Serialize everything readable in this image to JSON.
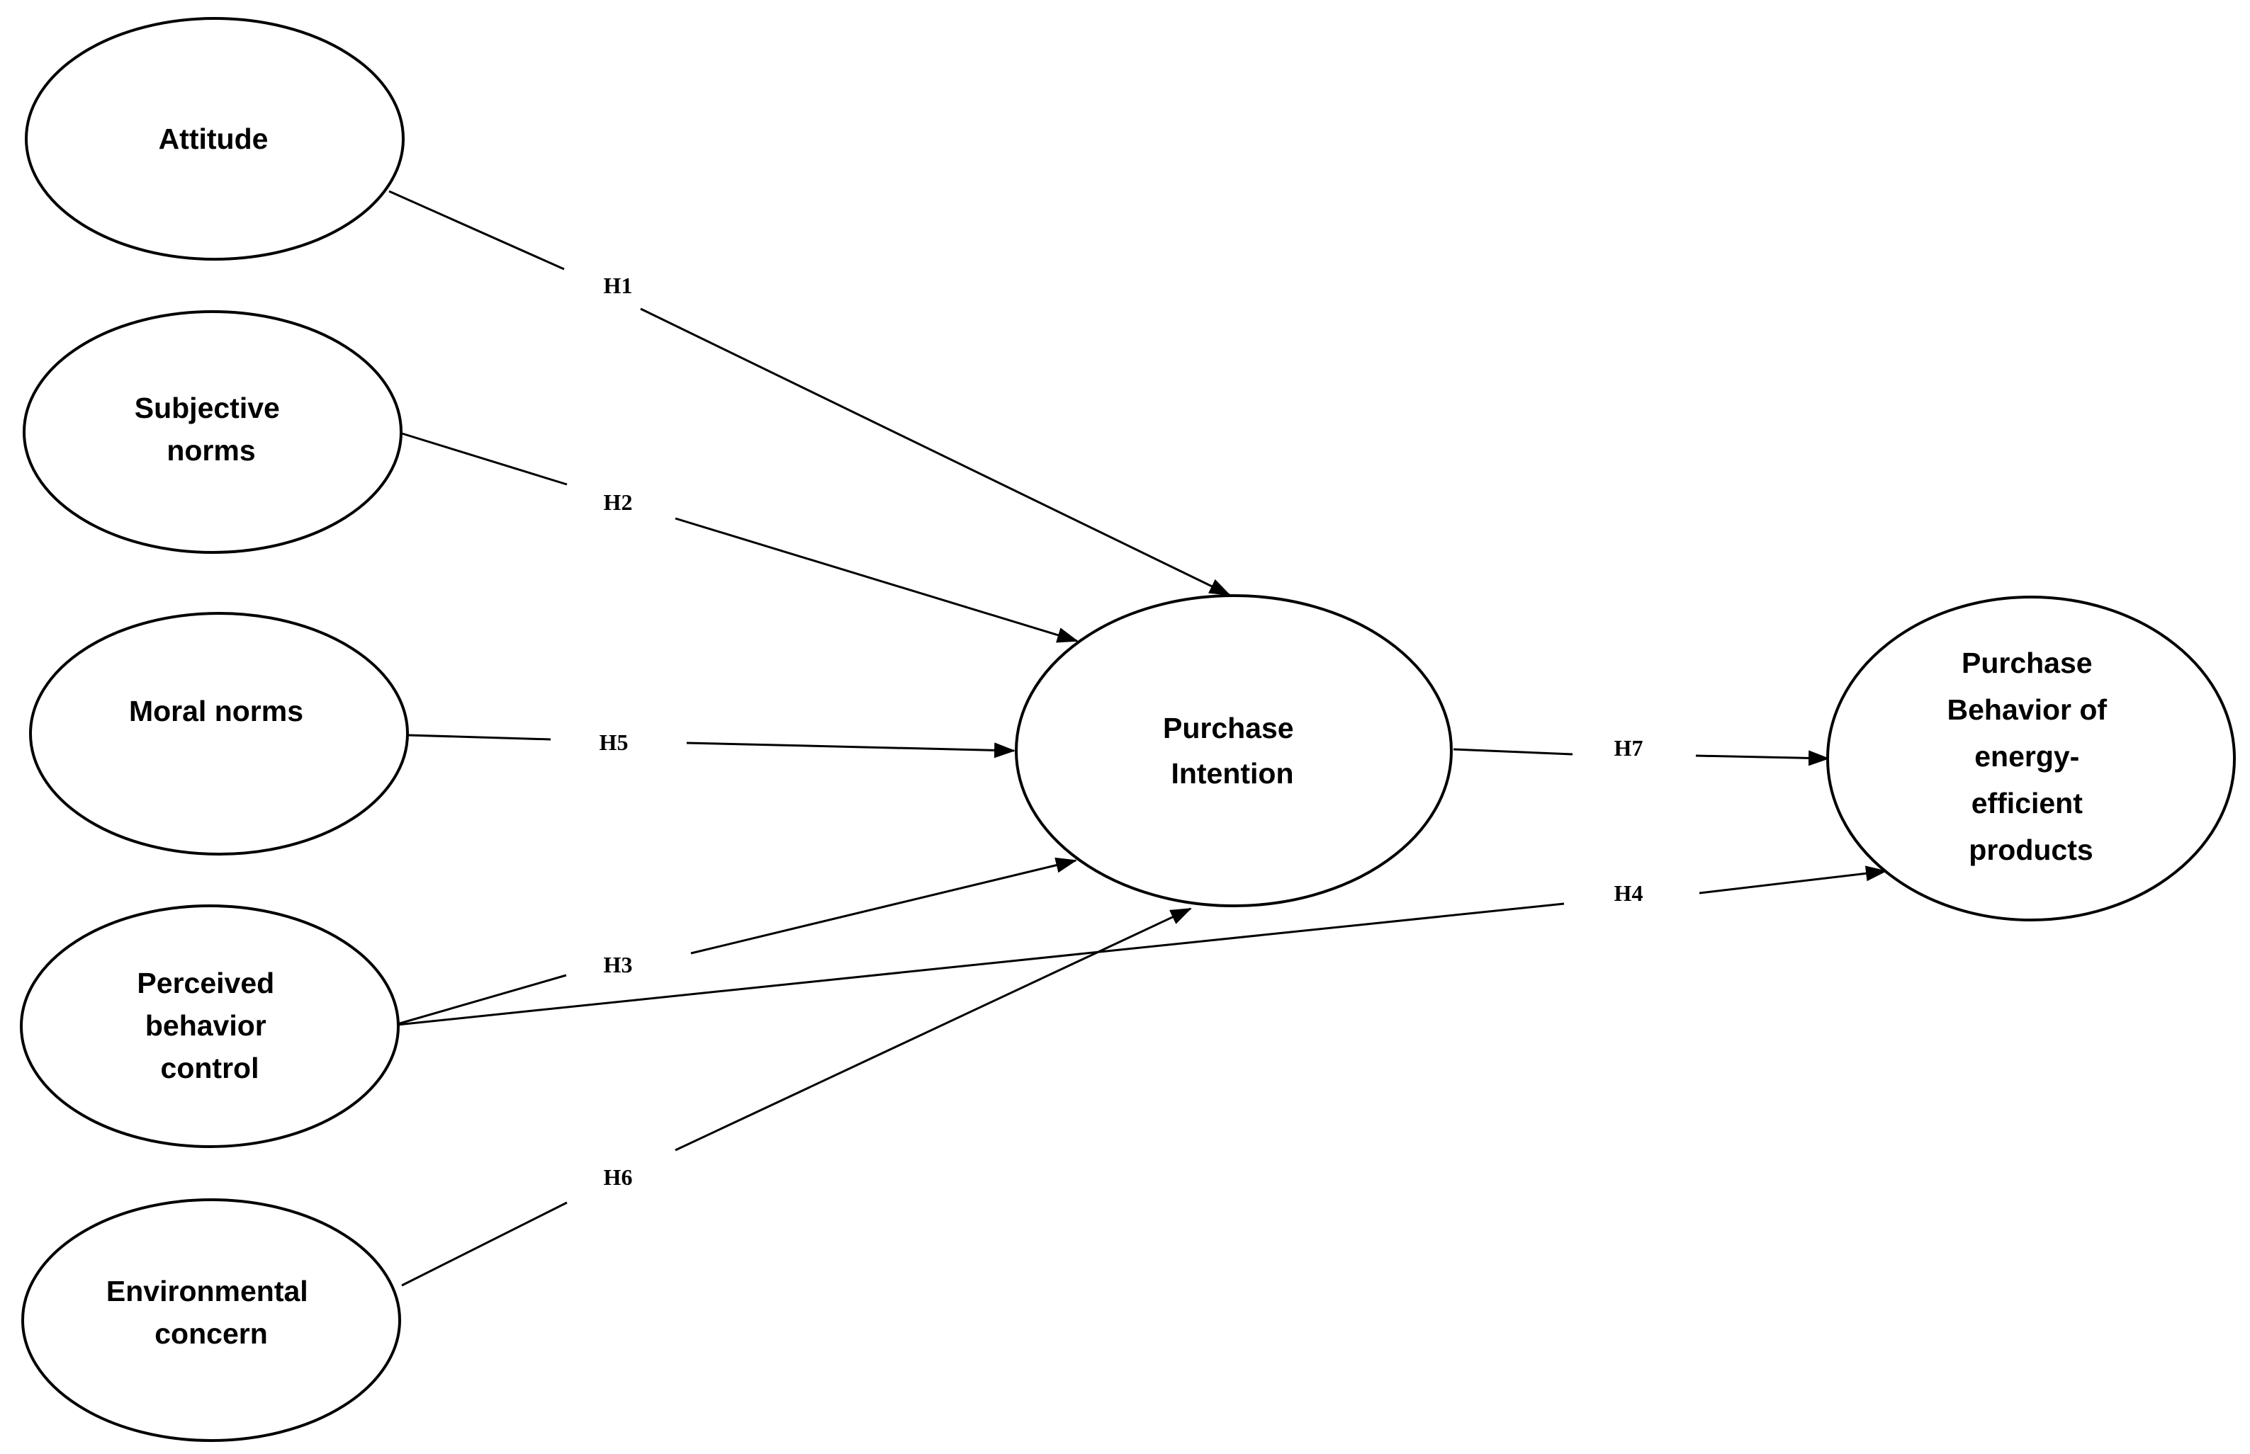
{
  "diagram": {
    "nodes": {
      "attitude": {
        "lines": [
          "Attitude"
        ]
      },
      "subjective_norms": {
        "lines": [
          "Subjective",
          "norms"
        ]
      },
      "moral_norms": {
        "lines": [
          "Moral norms"
        ]
      },
      "perceived_behavior_control": {
        "lines": [
          "Perceived",
          "behavior",
          "control"
        ]
      },
      "environmental_concern": {
        "lines": [
          "Environmental",
          "concern"
        ]
      },
      "purchase_intention": {
        "lines": [
          "Purchase",
          "Intention"
        ]
      },
      "purchase_behavior": {
        "lines": [
          "Purchase",
          "Behavior of",
          "energy-",
          "efficient",
          "products"
        ]
      }
    },
    "edges": {
      "h1": {
        "label": "H1"
      },
      "h2": {
        "label": "H2"
      },
      "h5": {
        "label": "H5"
      },
      "h3": {
        "label": "H3"
      },
      "h6": {
        "label": "H6"
      },
      "h7": {
        "label": "H7"
      },
      "h4": {
        "label": "H4"
      }
    }
  }
}
